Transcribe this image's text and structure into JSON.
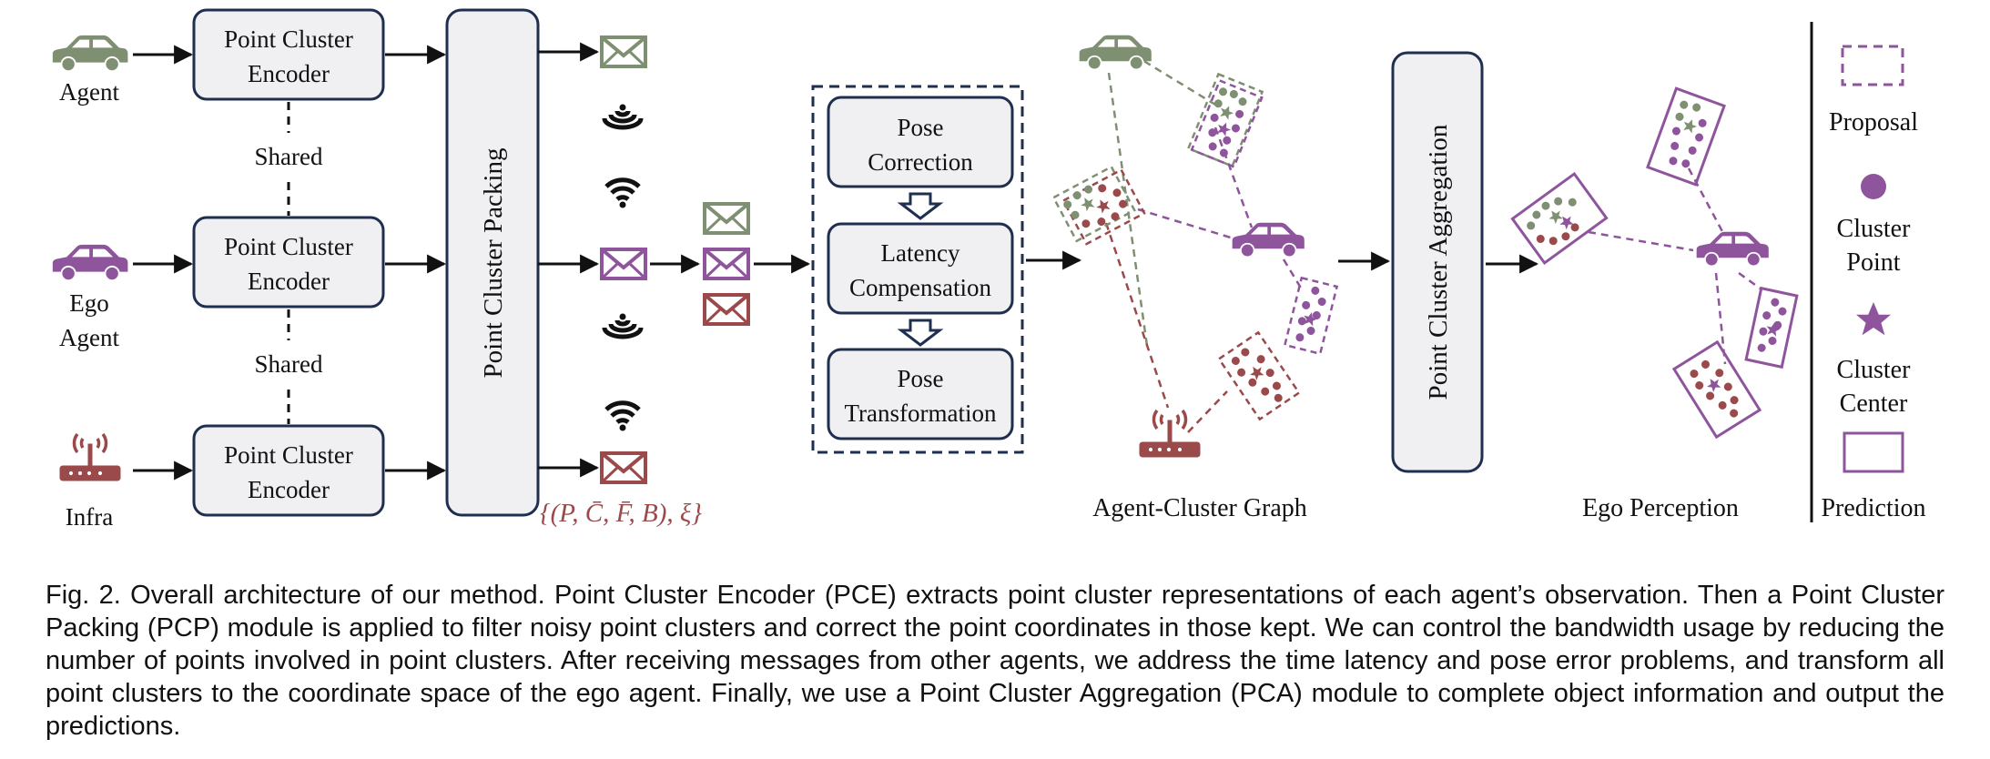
{
  "colors": {
    "agent": "#7f8f72",
    "ego": "#8e559c",
    "infra": "#9a4a4a",
    "box_fill": "#f0f0f2",
    "box_stroke": "#1f2f4f",
    "dashed_frame": "#1f2f4f",
    "ink": "#111111"
  },
  "icons": {
    "agent_car": "car-icon",
    "ego_car": "car-icon",
    "infra": "router-icon",
    "message": "envelope-icon",
    "signal": "wifi-icon"
  },
  "left": {
    "agent_label": "Agent",
    "ego_label_line1": "Ego",
    "ego_label_line2": "Agent",
    "infra_label": "Infra",
    "encoder_line1": "Point Cluster",
    "encoder_line2": "Encoder",
    "shared_label": "Shared",
    "packing_label": "Point Cluster Packing",
    "formula": "{(P, C̄, F̄, B), ξ}"
  },
  "pose_pipeline": {
    "step1_line1": "Pose",
    "step1_line2": "Correction",
    "step2_line1": "Latency",
    "step2_line2": "Compensation",
    "step3_line1": "Pose",
    "step3_line2": "Transformation"
  },
  "graph_label": "Agent-Cluster Graph",
  "aggregation_label": "Point Cluster Aggregation",
  "ego_perception_label": "Ego Perception",
  "legend": {
    "proposal": "Proposal",
    "cluster_point_line1": "Cluster",
    "cluster_point_line2": "Point",
    "cluster_center_line1": "Cluster",
    "cluster_center_line2": "Center",
    "prediction": "Prediction"
  },
  "caption": "Fig. 2. Overall architecture of our method. Point Cluster Encoder (PCE) extracts point cluster representations of each agent’s observation. Then a Point Cluster Packing (PCP) module is applied to filter noisy point clusters and correct the point coordinates in those kept. We can control the bandwidth usage by reducing the number of points involved in point clusters. After receiving messages from other agents, we address the time latency and pose error problems, and transform all point clusters to the coordinate space of the ego agent. Finally, we use a Point Cluster Aggregation (PCA) module to complete object information and output the predictions."
}
